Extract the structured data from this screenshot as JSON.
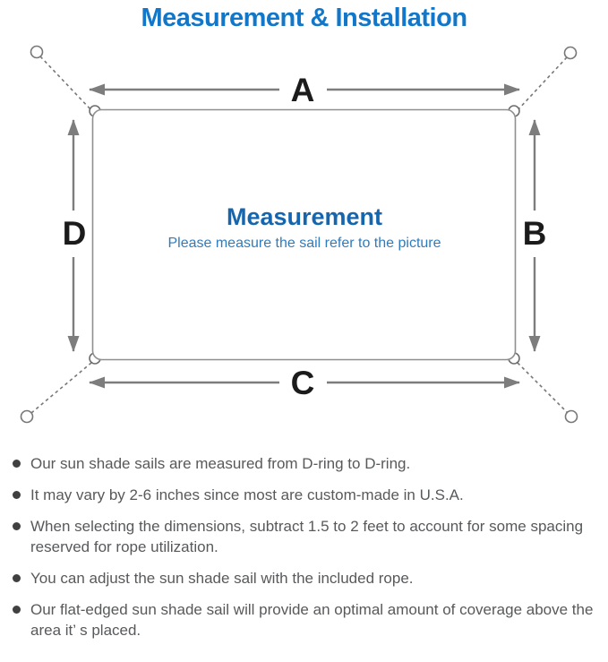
{
  "page": {
    "title": "Measurement & Installation"
  },
  "diagram": {
    "labels": {
      "top": "A",
      "right": "B",
      "bottom": "C",
      "left": "D"
    },
    "center_title": "Measurement",
    "center_subtitle": "Please measure the sail refer to the picture",
    "icons": [
      "anchor-point-icon x4 (hollow circles at image corners)",
      "d-ring-icon x4 (small rings on sail corners)",
      "double-headed measurement arrows A/B/C/D",
      "dashed tension ropes corner-to-anchor"
    ],
    "colors": {
      "title_blue": "#1277c8",
      "center_title_blue": "#1566ae",
      "center_subtitle_blue": "#2d7cc0",
      "line_gray": "#7d7d7d",
      "sail_border_gray": "#8f8f8f",
      "label_black": "#1b1b1b",
      "note_text_gray": "#58595b",
      "bullet_gray": "#404040"
    }
  },
  "notes": {
    "items": [
      "Our sun shade sails are measured from D-ring to D-ring.",
      "It may vary by 2-6 inches since most are custom-made in U.S.A.",
      "When selecting the dimensions, subtract 1.5 to 2 feet to account for some spacing reserved for rope utilization.",
      "You can adjust the sun shade sail with the included rope.",
      "Our flat-edged sun shade sail will provide an optimal amount of coverage above the area it’ s placed."
    ]
  }
}
